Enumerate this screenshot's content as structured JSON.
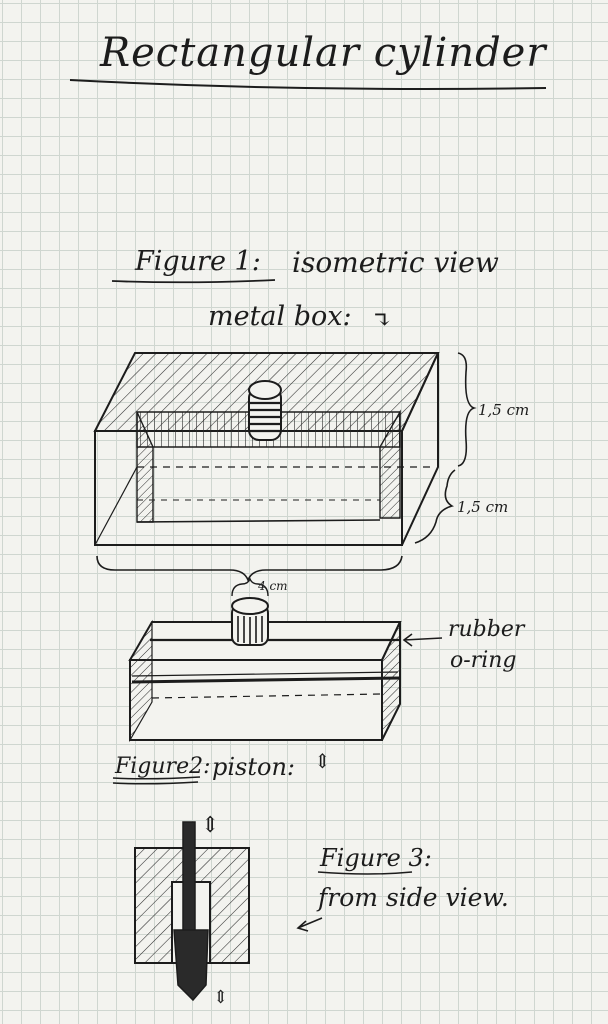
{
  "title": "Rectangular cylinder",
  "figure1": {
    "label": "Figure 1:",
    "caption": "isometric view",
    "box_label": "metal box:",
    "box_arrow": "↴",
    "height_top": "1,5 cm",
    "height_bottom": "1,5 cm",
    "width_label": "4 cm"
  },
  "figure2": {
    "label": "Figure2:",
    "caption": "piston:",
    "arrow": "⇕",
    "seal_label_1": "rubber",
    "seal_label_2": "o-ring"
  },
  "figure3": {
    "label": "Figure 3:",
    "caption": "from side view.",
    "arrow_top": "⇕",
    "arrow_bottom": "⇕"
  }
}
